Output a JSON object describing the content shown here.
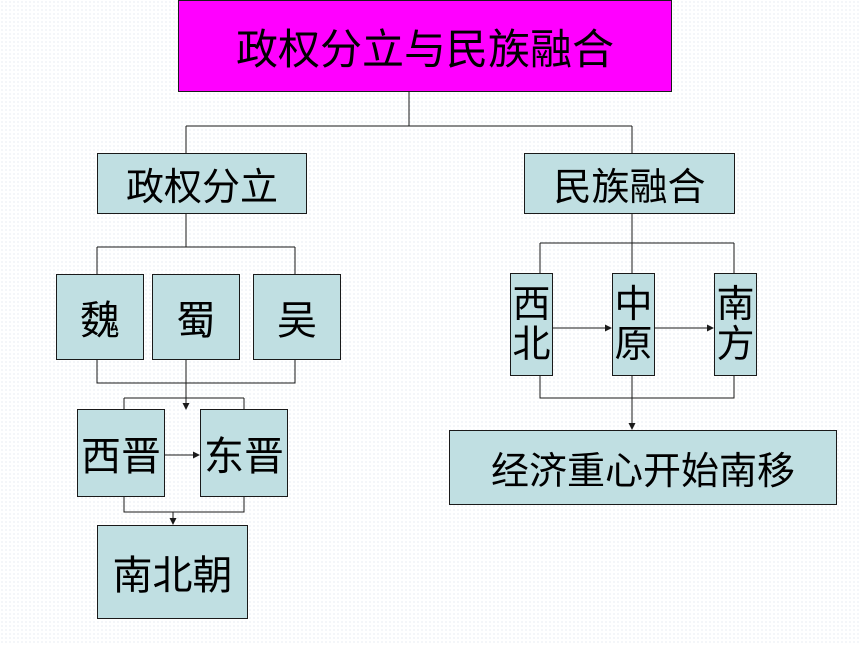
{
  "title": "政权分立与民族融合",
  "left": {
    "label": "政权分立",
    "kingdoms": [
      "魏",
      "蜀",
      "吴"
    ],
    "west_jin": "西晋",
    "east_jin": "东晋",
    "south_north": "南北朝"
  },
  "right": {
    "label": "民族融合",
    "northwest": [
      "西",
      "北"
    ],
    "central": [
      "中",
      "原"
    ],
    "south": [
      "南",
      "方"
    ],
    "result": "经济重心开始南移"
  },
  "colors": {
    "title_bg": "#ff00ff",
    "box_bg": "#c0dfe2",
    "line": "#1a1a1a"
  }
}
